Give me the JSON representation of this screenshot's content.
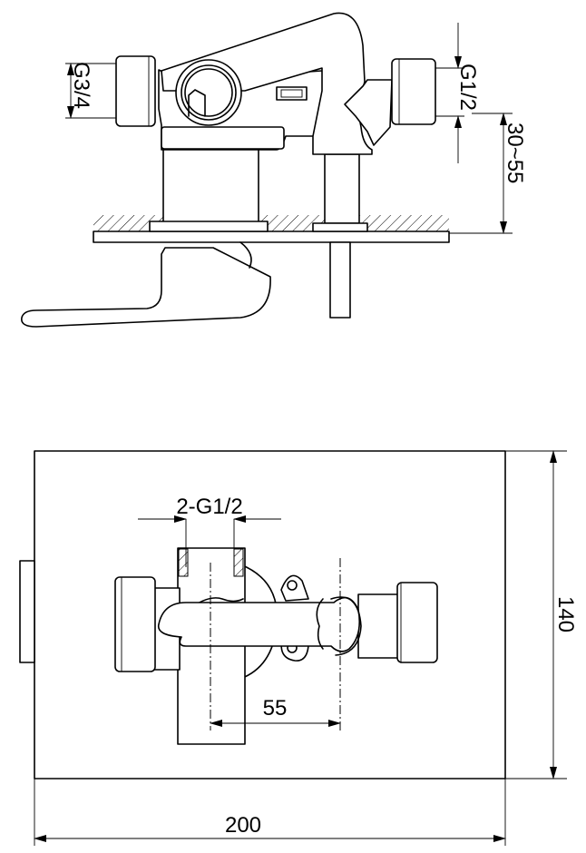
{
  "side_view": {
    "dims": {
      "left_inlet": "G3/4",
      "right_outlet": "G1/2",
      "wall_depth": "30~55"
    }
  },
  "front_view": {
    "dims": {
      "inlets": "2-G1/2",
      "center_distance": "55",
      "plate_height": "140",
      "plate_width": "200"
    }
  }
}
